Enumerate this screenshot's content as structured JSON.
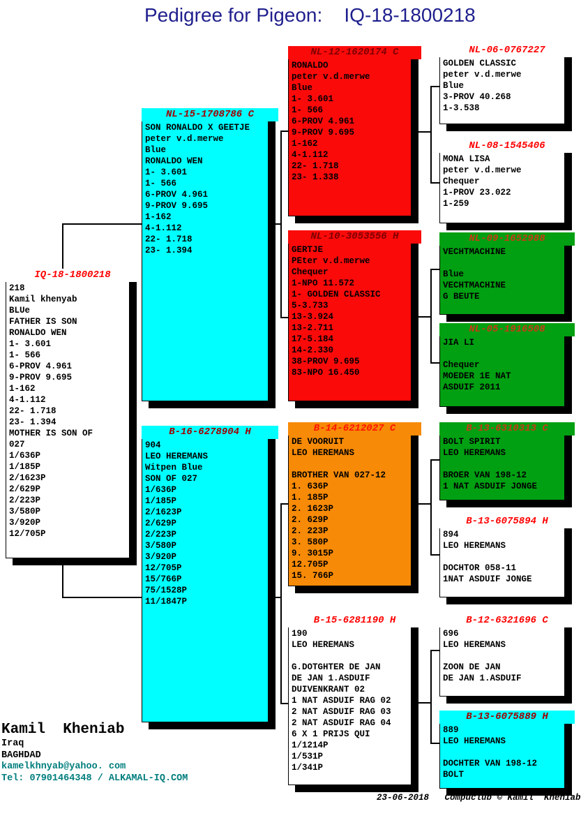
{
  "header": {
    "title": "Pedigree for Pigeon:    IQ-18-1800218"
  },
  "boxes": {
    "root": {
      "title": "IQ-18-1800218",
      "bg": "#ffffff",
      "title_color": "#ff0000",
      "body": "218\nKamil khenyab\nBLUe\nFATHER IS SON\nRONALDO WEN\n1- 3.601\n1- 566\n6-PROV 4.961\n9-PROV 9.695\n1-162\n4-1.112\n22- 1.718\n23- 1.394\nMOTHER IS SON OF\n027\n1/636P\n1/185P\n2/1623P\n2/629P\n2/223P\n3/580P\n3/920P\n12/705P"
    },
    "father": {
      "title": "NL-15-1708786 C",
      "bg": "#00ffff",
      "title_color": "#a00000",
      "body": "SON RONALDO X GEETJE\npeter v.d.merwe\nBlue\nRONALDO WEN\n1- 3.601\n1- 566\n6-PROV 4.961\n9-PROV 9.695\n1-162\n4-1.112\n22- 1.718\n23- 1.394"
    },
    "mother": {
      "title": "B-16-6278904 H",
      "bg": "#00ffff",
      "title_color": "#a00000",
      "body": "904\nLEO HEREMANS\nWitpen Blue\nSON OF 027\n1/636P\n1/185P\n2/1623P\n2/629P\n2/223P\n3/580P\n3/920P\n12/705P\n15/766P\n75/1528P\n11/1847P"
    },
    "ff": {
      "title": "NL-12-1620174 C",
      "bg": "#fb0a0a",
      "title_color": "#7d0000",
      "body": "RONALDO\npeter v.d.merwe\nBlue\n1- 3.601\n1- 566\n6-PROV 4.961\n9-PROV 9.695\n1-162\n4-1.112\n22- 1.718\n23- 1.338"
    },
    "fm": {
      "title": "NL-10-3053556 H",
      "bg": "#fb0a0a",
      "title_color": "#7d0000",
      "body": "GERTJE\nPEter v.d.merwe\nChequer\n1-NPO 11.572\n1- GOLDEN CLASSIC\n5-3.733\n13-3.924\n13-2.711\n17-5.184\n14-2.330\n38-PROV 9.695\n83-NPO 16.450"
    },
    "mf": {
      "title": "B-14-6212027 C",
      "bg": "#f78a06",
      "title_color": "#ff1400",
      "body": "DE VOORUIT\nLEO HEREMANS\n\nBROTHER VAN 027-12\n1. 636P\n1. 185P\n2. 1623P\n2. 629P\n2. 223P\n3. 580P\n9. 3015P\n12.705P\n15. 766P"
    },
    "mm": {
      "title": "B-15-6281190 H",
      "bg": "#ffffff",
      "title_color": "#ff0000",
      "body": "190\nLEO HEREMANS\n\nG.DOTGHTER DE JAN\nDE JAN 1.ASDUIF\nDUIVENKRANT 02\n1 NAT ASDUIF RAG 02\n2 NAT ASDUIF RAG 03\n2 NAT ASDUIF RAG 04\n6 X 1 PRIJS QUI\n1/1214P\n1/531P\n1/341P"
    },
    "fff": {
      "title": "NL-06-0767227",
      "bg": "#ffffff",
      "title_color": "#ff0000",
      "body": "GOLDEN CLASSIC\npeter v.d.merwe\nBlue\n3-PROV 40.268\n1-3.538"
    },
    "ffm": {
      "title": "NL-08-1545406",
      "bg": "#ffffff",
      "title_color": "#ff0000",
      "body": "MONA LISA\npeter v.d.merwe\nChequer\n1-PROV 23.022\n1-259"
    },
    "fmf": {
      "title": "NL-09-1652988",
      "bg": "#00a012",
      "title_color": "#c63c14",
      "body": "VECHTMACHINE\n\nBlue\nVECHTMACHINE\nG BEUTE"
    },
    "fmm": {
      "title": "NL-05-1916508",
      "bg": "#00a012",
      "title_color": "#c63c14",
      "body": "JIA LI\n\nChequer\nMOEDER 1E NAT\nASDUIF 2011"
    },
    "mff": {
      "title": "B-13-6310313 C",
      "bg": "#00a012",
      "title_color": "#c63c14",
      "body": "BOLT SPIRIT\nLEO HEREMANS\n\nBROER VAN 198-12\n1 NAT ASDUIF JONGE"
    },
    "mfm": {
      "title": "B-13-6075894 H",
      "bg": "#ffffff",
      "title_color": "#ff0000",
      "body": "894\nLEO HEREMANS\n\nDOCHTOR 058-11\n1NAT ASDUIF JONGE"
    },
    "mmf": {
      "title": "B-12-6321696 C",
      "bg": "#ffffff",
      "title_color": "#ff0000",
      "body": "696\nLEO HEREMANS\n\nZOON DE JAN\nDE JAN 1.ASDUIF"
    },
    "mmm": {
      "title": "B-13-6075889 H",
      "bg": "#00ffff",
      "title_color": "#a00000",
      "body": "889\nLEO HEREMANS\n\nDOCHTER VAN 198-12\nBOLT"
    }
  },
  "footer": {
    "owner": "Kamil  Kheniab",
    "country": "Iraq",
    "city": "BAGHDAD",
    "email": "kamelkhnyab@yahoo. com",
    "phone": "Tel: 07901464348 / ALKAMAL-IQ.COM",
    "credit": "23-06-2018   Compuclub © Kamil  Kheniab"
  },
  "colors": {
    "header_text": "#1f1f8e",
    "cyan_box": "#00ffff",
    "red_box": "#fb0a0a",
    "orange_box": "#f78a06",
    "green_box": "#00a012",
    "white_box": "#ffffff",
    "shadow": "#000000",
    "contact_text": "#007d7d"
  }
}
